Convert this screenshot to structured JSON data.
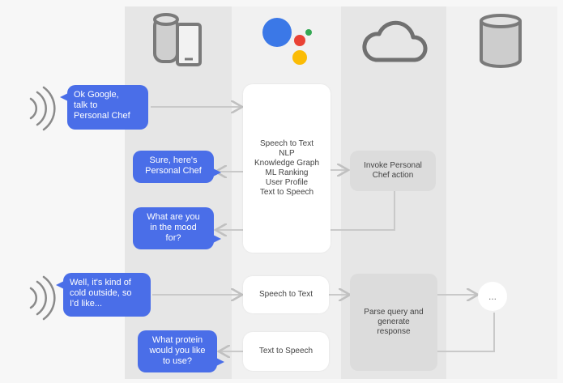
{
  "colors": {
    "bubble": "#4a6ee8",
    "lane": "#e6e6e6",
    "box_gray": "#dcdcdc",
    "arrow": "#c9c9c9"
  },
  "icons": {
    "speaker_left_1": "sound-waves-icon",
    "speaker_left_2": "sound-waves-icon",
    "devices": "speaker-phone-icon",
    "assistant": "google-assistant-icon",
    "cloud": "cloud-icon",
    "database": "database-icon"
  },
  "bubbles": {
    "ok_google": "Ok Google,\ntalk to\nPersonal Chef",
    "sure": "Sure, here's\nPersonal Chef",
    "mood": "What are you\nin the mood\nfor?",
    "cold": "Well, it's kind of\ncold outside, so\nI'd like...",
    "protein": "What protein\nwould you like\nto use?"
  },
  "assistant_box": "Speech to Text\nNLP\nKnowledge Graph\nML Ranking\nUser Profile\nText to Speech",
  "invoke_box": "Invoke Personal\nChef action",
  "speech_to_text": "Speech to Text",
  "text_to_speech": "Text to Speech",
  "parse_box": "Parse query and\ngenerate\nresponse",
  "ellipsis": "..."
}
